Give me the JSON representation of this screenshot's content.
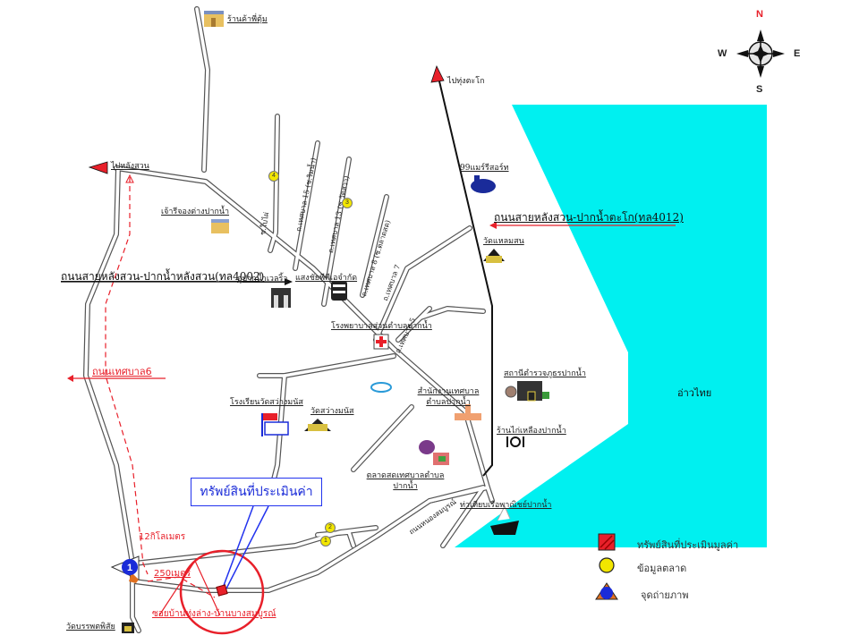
{
  "compass": {
    "north": "N",
    "south": "S",
    "east": "E",
    "west": "W",
    "north_color": "#e8202a"
  },
  "colors": {
    "sea": "#00f0f0",
    "subject_marker": "#e8202a",
    "callout_border": "#2233ee",
    "route_dashed": "#e8202a",
    "market_point": "#f2e600"
  },
  "sea": {
    "label": "อ่าวไทย"
  },
  "directions": {
    "to_thung_tako": "ไปทุ่งตะโก",
    "to_chang_suan": "ไปหลังสวน"
  },
  "roads": {
    "main_4002": "ถนนสายหลังสวน-ปากน้ำหลังสวน(ทล4002)",
    "main_4012": "ถนนสายหลังสวน-ปากน้ำตะโก(ทล4012)",
    "thesaban_6": "ถนนเทศบาล6",
    "thesaban_15": "ถ.เทศบาล 15 (ซ.ริมน้ำ)",
    "thesaban_13": "ถ.เทศบาล 13 (ซ.วัดสวา)",
    "soi_baiphai": "ซ.ใบไผ่",
    "thesaban_sub_1": "ถ.เทศบาล 8 (ซ.ตลาดสด)",
    "thesaban_sub_2": "ถ.เทศบาล 7",
    "thesaban_sub_3": "ถ.เทศบาล 5",
    "soi_nong_lom": "ถนนหนองลมบูรณ์",
    "soi_subject": "ซอยบ้านทุ่งล่าง-บ้านบางสมบูรณ์"
  },
  "places": [
    {
      "name": "ร้านค้าพี่ตุ้ม"
    },
    {
      "name": "99แมร์รีสอร์ท"
    },
    {
      "name": "วัดแหลมสน"
    },
    {
      "name": "เจ้ารีจองต่างปากน้ำ"
    },
    {
      "name": "อู่ปากน้ำเวลริ้ว"
    },
    {
      "name": "แสงชัยพีพีเอจำกัด"
    },
    {
      "name": "โรงพยาบาลส่วนตำบลปากน้ำ"
    },
    {
      "name": "โรงเรียนวัดสว่างมนัส"
    },
    {
      "name": "วัดสว่างมนัส"
    },
    {
      "name": "สำนักงานเทศบาลตำบลปากน้ำ"
    },
    {
      "name": "สถานีตำรวจภูธรปากน้ำ"
    },
    {
      "name": "ร้านไก่เหลืองปากน้ำ"
    },
    {
      "name": "ตลาดสดเทศบาลตำบลปากน้ำ"
    },
    {
      "name": "ท่าเทียบเรือพาณิชย์ปากน้ำ"
    },
    {
      "name": "วัดบรรพตพิสัย"
    }
  ],
  "subject": {
    "callout": "ทรัพย์สินที่ประเมินค่า",
    "distance_main": "12กิโลเมตร",
    "distance_soi": "250เมตร"
  },
  "markers": {
    "photo_point": "1",
    "market_points": [
      "1",
      "2",
      "3",
      "4"
    ]
  },
  "legend": [
    {
      "symbol": "red-square",
      "label": "ทรัพย์สินที่ประเมินมูลค่า"
    },
    {
      "symbol": "yellow-circle",
      "label": "ข้อมูลตลาด"
    },
    {
      "symbol": "photo-triangle",
      "label": "จุดถ่ายภาพ"
    }
  ]
}
